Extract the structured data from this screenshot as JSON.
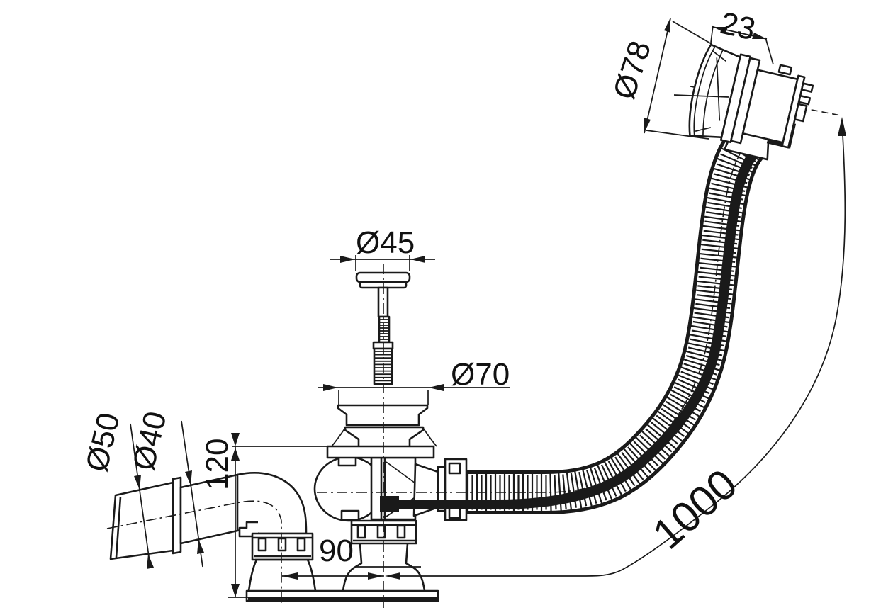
{
  "drawing": {
    "background": "#ffffff",
    "line_color": "#1a1a1a",
    "dimensions": {
      "overflow_cap_width": {
        "label": "23"
      },
      "overflow_cap_diameter": {
        "label": "Ø78"
      },
      "plug_diameter": {
        "label": "Ø45"
      },
      "waste_flange_diameter": {
        "label": "Ø70"
      },
      "outlet_pipe_outer_diameter": {
        "label": "Ø50"
      },
      "outlet_pipe_inner_diameter": {
        "label": "Ø40"
      },
      "installation_height": {
        "label": "120"
      },
      "outlet_spacing": {
        "label": "90"
      },
      "hose_length": {
        "label": "1000"
      }
    }
  }
}
